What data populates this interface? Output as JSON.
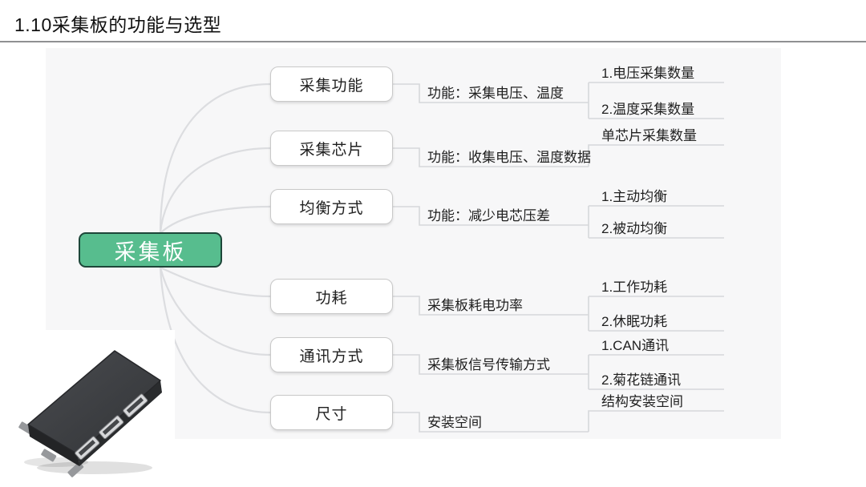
{
  "title": "1.10采集板的功能与选型",
  "mindmap": {
    "root": "采集板",
    "branches": [
      {
        "label": "采集功能",
        "note": "功能：采集电压、温度",
        "leaves": [
          "1.电压采集数量",
          "2.温度采集数量"
        ]
      },
      {
        "label": "采集芯片",
        "note": "功能：收集电压、温度数据",
        "leaves": [
          "单芯片采集数量"
        ]
      },
      {
        "label": "均衡方式",
        "note": "功能：减少电芯压差",
        "leaves": [
          "1.主动均衡",
          "2.被动均衡"
        ]
      },
      {
        "label": "功耗",
        "note": "采集板耗电功率",
        "leaves": [
          "1.工作功耗",
          "2.休眠功耗"
        ]
      },
      {
        "label": "通讯方式",
        "note": "采集板信号传输方式",
        "leaves": [
          "1.CAN通讯",
          "2.菊花链通讯"
        ]
      },
      {
        "label": "尺寸",
        "note": "安装空间",
        "leaves": [
          "结构安装空间"
        ]
      }
    ]
  },
  "icons": {
    "board_photo": "pcb-collection-board-photo-icon"
  },
  "colors": {
    "root_fill": "#57bd8e",
    "root_border": "#1d4639",
    "node_border": "#c9c9c9",
    "connector_line": "#d9dadd",
    "canvas_background": "#f7f7f8",
    "title_rule": "#8f9092"
  }
}
